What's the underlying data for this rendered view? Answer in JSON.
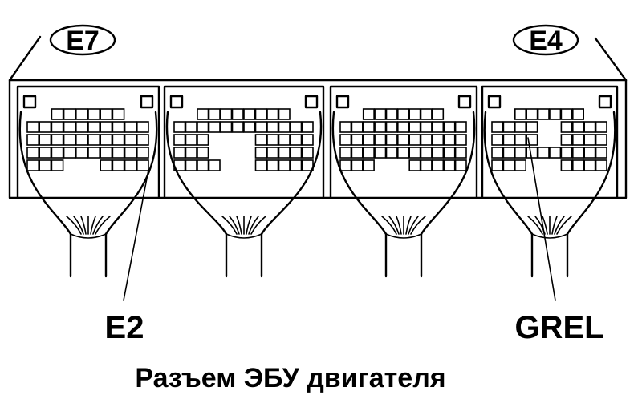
{
  "connectors": [
    {
      "id": "E7",
      "label": "E7"
    },
    {
      "id": "E4",
      "label": "E4"
    }
  ],
  "callouts": [
    {
      "id": "E2",
      "label": "E2"
    },
    {
      "id": "GREL",
      "label": "GREL"
    }
  ],
  "caption": "Разъем ЭБУ двигателя"
}
